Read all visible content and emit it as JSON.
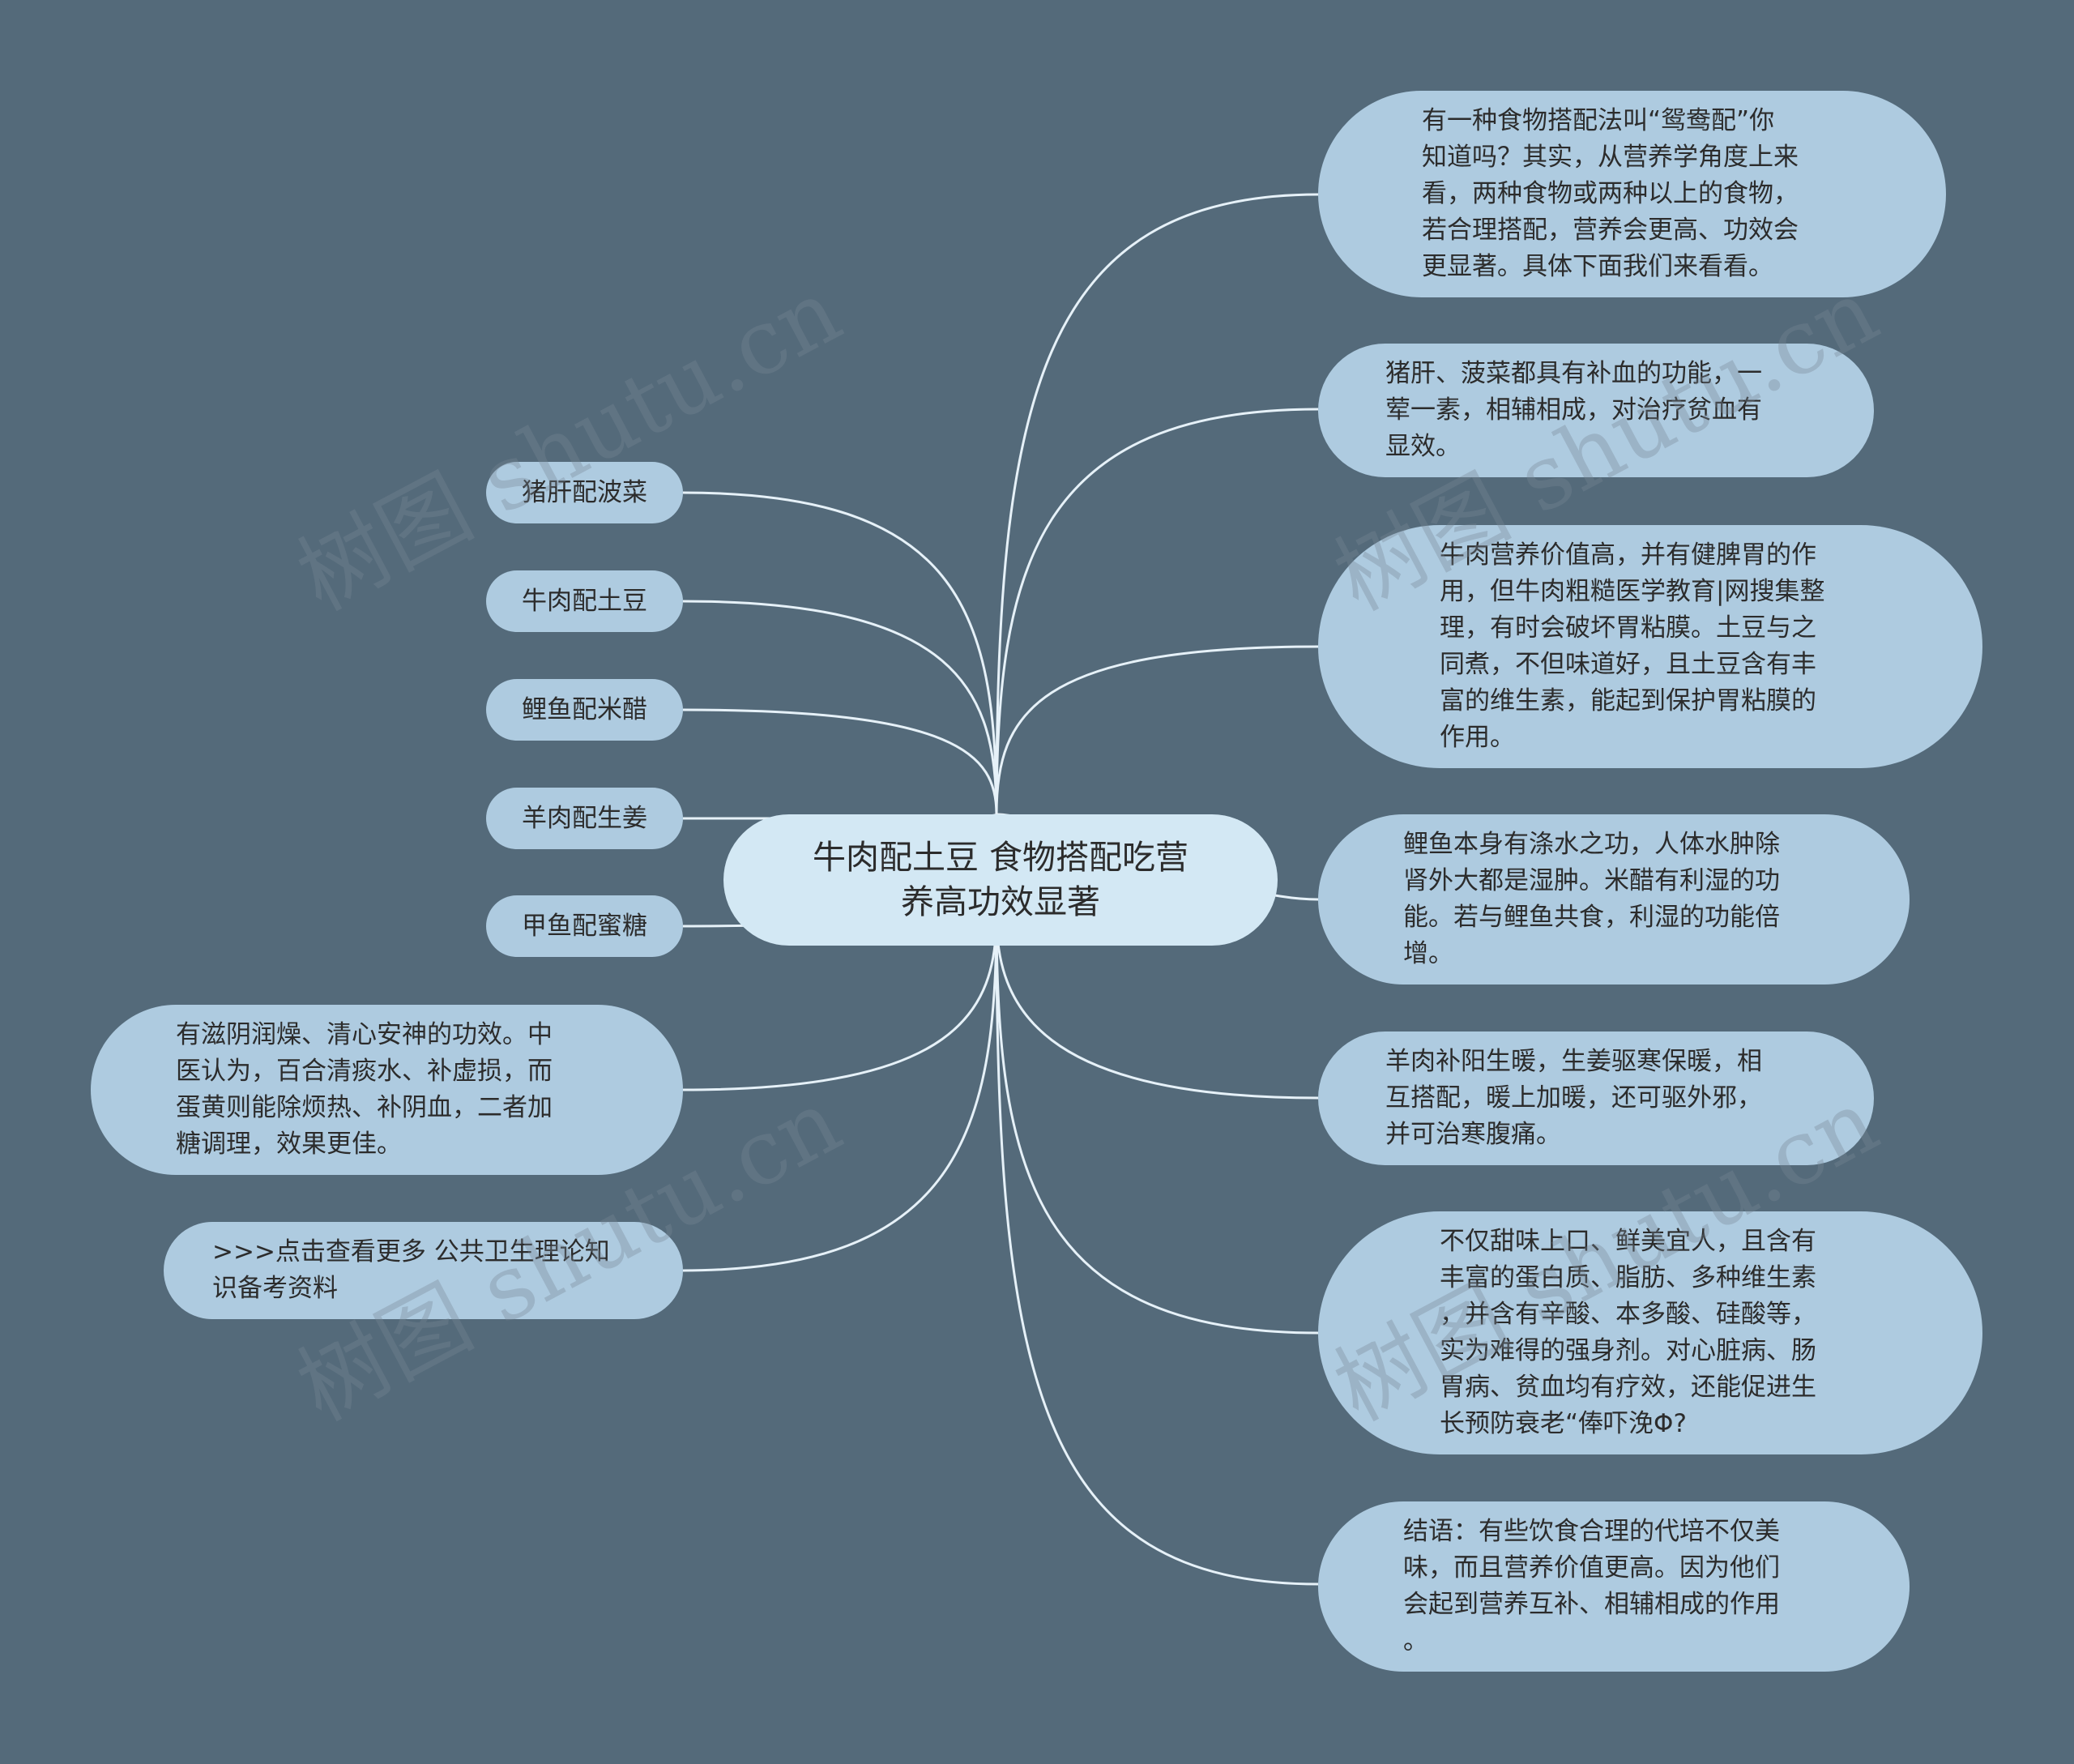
{
  "root": {
    "text": "牛肉配土豆 食物搭配吃营\n养高功效显著"
  },
  "right_nodes": [
    {
      "text": "有一种食物搭配法叫“鸳鸯配”你\n知道吗？其实，从营养学角度上来\n看，两种食物或两种以上的食物，\n若合理搭配，营养会更高、功效会\n更显著。具体下面我们来看看。"
    },
    {
      "text": "猪肝、菠菜都具有补血的功能，一\n荤一素，相辅相成，对治疗贫血有\n显效。"
    },
    {
      "text": "牛肉营养价值高，并有健脾胃的作\n用，但牛肉粗糙医学教育|网搜集整\n理，有时会破坏胃粘膜。土豆与之\n同煮，不但味道好，且土豆含有丰\n富的维生素，能起到保护胃粘膜的\n作用。"
    },
    {
      "text": "鲤鱼本身有涤水之功，人体水肿除\n肾外大都是湿肿。米醋有利湿的功\n能。若与鲤鱼共食，利湿的功能倍\n增。"
    },
    {
      "text": "羊肉补阳生暖，生姜驱寒保暖，相\n互搭配，暖上加暖，还可驱外邪，\n并可治寒腹痛。"
    },
    {
      "text": "不仅甜味上口、鲜美宜人，且含有\n丰富的蛋白质、脂肪、多种维生素\n，并含有辛酸、本多酸、硅酸等，\n实为难得的强身剂。对心脏病、肠\n胃病、贫血均有疗效，还能促进生\n长预防衰老“俸吓浼Φ?"
    },
    {
      "text": "结语：有些饮食合理的代培不仅美\n味，而且营养价值更高。因为他们\n会起到营养互补、相辅相成的作用\n。"
    }
  ],
  "left_nodes": [
    {
      "text": "猪肝配波菜"
    },
    {
      "text": "牛肉配土豆"
    },
    {
      "text": "鲤鱼配米醋"
    },
    {
      "text": "羊肉配生姜"
    },
    {
      "text": "甲鱼配蜜糖"
    },
    {
      "text": "有滋阴润燥、清心安神的功效。中\n医认为，百合清痰水、补虚损，而\n蛋黄则能除烦热、补阴血，二者加\n糖调理，效果更佳。"
    },
    {
      "text": ">>>点击查看更多 公共卫生理论知\n识备考资料"
    }
  ],
  "watermark": "树图 shutu.cn",
  "colors": {
    "background": "#546a7a",
    "node": "#aecbe0",
    "root": "#d3e8f4",
    "link": "#e6f1f8"
  }
}
